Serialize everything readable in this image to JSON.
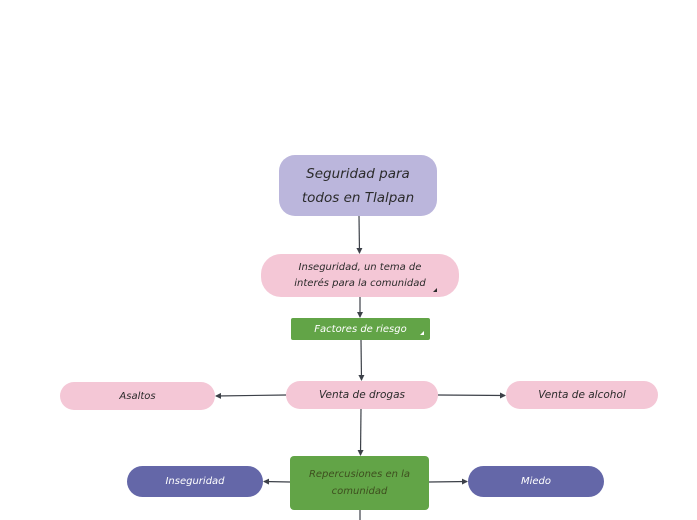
{
  "colors": {
    "lavender": "#bbb6dc",
    "pink": "#f4c7d6",
    "green": "#62a447",
    "indigo": "#6467a8",
    "line": "#3c4048"
  },
  "nodes": {
    "root": "Seguridad para todos en Tlalpan",
    "topic": "Inseguridad, un tema de interés para la comunidad",
    "factors": "Factores de riesgo",
    "drugs": "Venta de drogas",
    "assault": "Asaltos",
    "alcohol": "Venta de alcohol",
    "repercussions": "Repercusiones en la comunidad",
    "insecurity": "Inseguridad",
    "fear": "Miedo"
  }
}
